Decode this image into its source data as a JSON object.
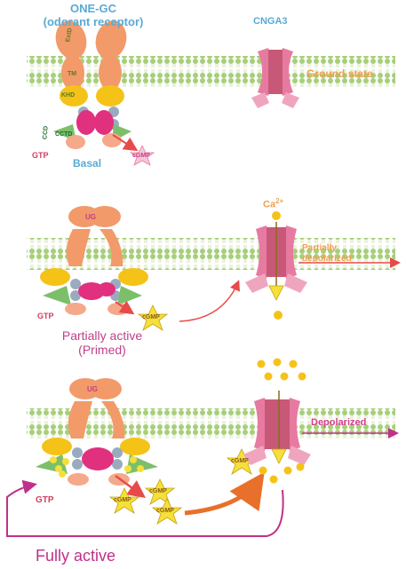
{
  "panel1": {
    "title_line1": "ONE-GC",
    "title_line2": "(odorant receptor)",
    "channel_label": "CNGA3",
    "channel_state": "Ground state",
    "domain_labels": [
      "ExtD",
      "TM",
      "KHD",
      "CCD",
      "CCTD"
    ],
    "gtp": "GTP",
    "basal": "Basal",
    "cgmp": "cGMP"
  },
  "panel2": {
    "ug": "UG",
    "ca_label": "Ca",
    "ca_sup": "2+",
    "channel_state_line1": "Partially",
    "channel_state_line2": "depolarized",
    "gtp": "GTP",
    "cgmp": "cGMP",
    "state_line1": "Partially active",
    "state_line2": "(Primed)"
  },
  "panel3": {
    "ug": "UG",
    "channel_state": "Depolarized",
    "gtp": "GTP",
    "cgmp": "cGMP",
    "state": "Fully active"
  },
  "colors": {
    "membrane": "#a6cf7a",
    "receptor": "#f29a6a",
    "yellow": "#f5c218",
    "pink": "#e0307e",
    "channel": "#e77aa0",
    "arrow_red": "#e84a4a",
    "arrow_pink": "#c0308a"
  }
}
